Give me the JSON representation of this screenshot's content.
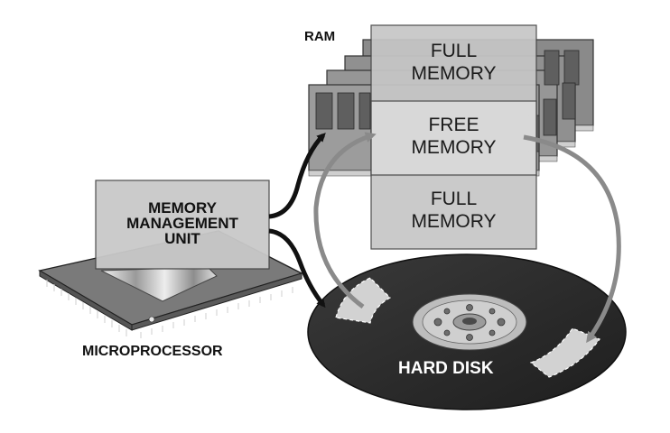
{
  "labels": {
    "ram": "RAM",
    "full_memory_top": "FULL\nMEMORY",
    "free_memory": "FREE\nMEMORY",
    "full_memory_bottom": "FULL\nMEMORY",
    "mmu": "MEMORY\nMANAGEMENT\nUNIT",
    "microprocessor": "MICROPROCESSOR",
    "hard_disk": "HARD DISK"
  },
  "colors": {
    "memory_block": "#c6c6c6",
    "free_block": "#d8d8d8",
    "ram_stick": "#8f8f8f",
    "chip_green": "#777777",
    "disk": "#2f2f2f",
    "arrow_dark": "#111111",
    "arrow_gray": "#8a8a8a"
  }
}
